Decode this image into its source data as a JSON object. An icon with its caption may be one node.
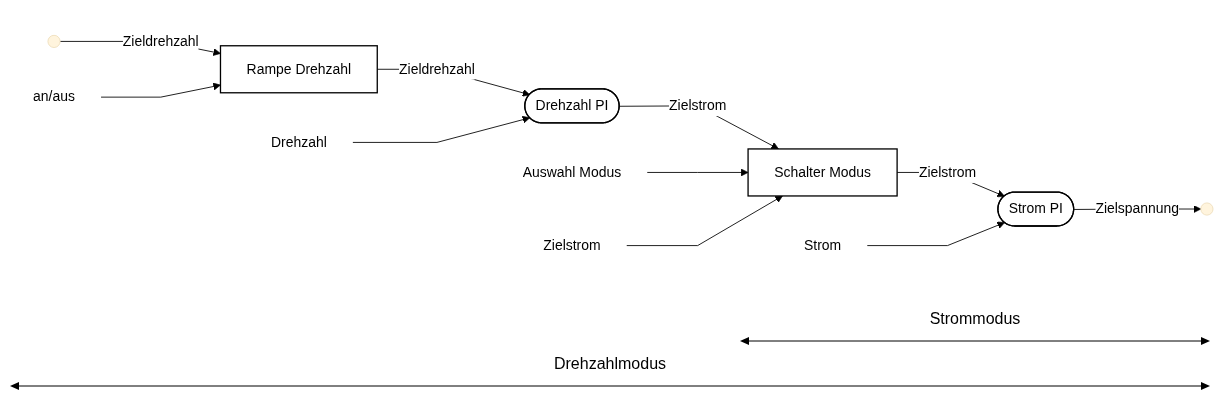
{
  "diagram": {
    "nodes": [
      {
        "text": [
          "an/aus"
        ]
      },
      {
        "text": [
          "Rampe Drehzahl"
        ]
      },
      {
        "text": [
          "Drehzahl PI"
        ]
      },
      {
        "text": [
          "Drehzahl"
        ]
      },
      {
        "text": [
          "Auswahl Modus"
        ]
      },
      {
        "text": [
          "Schalter Modus"
        ]
      },
      {
        "text": [
          "Zielstrom"
        ]
      },
      {
        "text": [
          "Strom PI"
        ]
      },
      {
        "text": [
          "Strom"
        ]
      }
    ],
    "edges": [
      {
        "from": null,
        "to": 1,
        "arrow": "to",
        "label": "Zieldrehzahl"
      },
      {
        "from": 0,
        "to": 1,
        "arrow": "to"
      },
      {
        "from": 1,
        "to": 2,
        "arrow": "to",
        "label": "Zieldrehzahl"
      },
      {
        "from": 3,
        "to": 2,
        "arrow": "to"
      },
      {
        "from": 2,
        "to": 5,
        "arrow": "to",
        "label": "Zielstrom"
      },
      {
        "from": 4,
        "to": 5,
        "arrow": "to"
      },
      {
        "from": 6,
        "to": 5,
        "arrow": "to"
      },
      {
        "from": 5,
        "to": 7,
        "arrow": "to",
        "label": "Zielstrom"
      },
      {
        "from": 8,
        "to": 7,
        "arrow": "to"
      },
      {
        "from": 7,
        "to": null,
        "arrow": "to",
        "label": "Zielspannung"
      }
    ],
    "labels": [
      "Strommodus",
      "Drehzahlmodus"
    ]
  }
}
